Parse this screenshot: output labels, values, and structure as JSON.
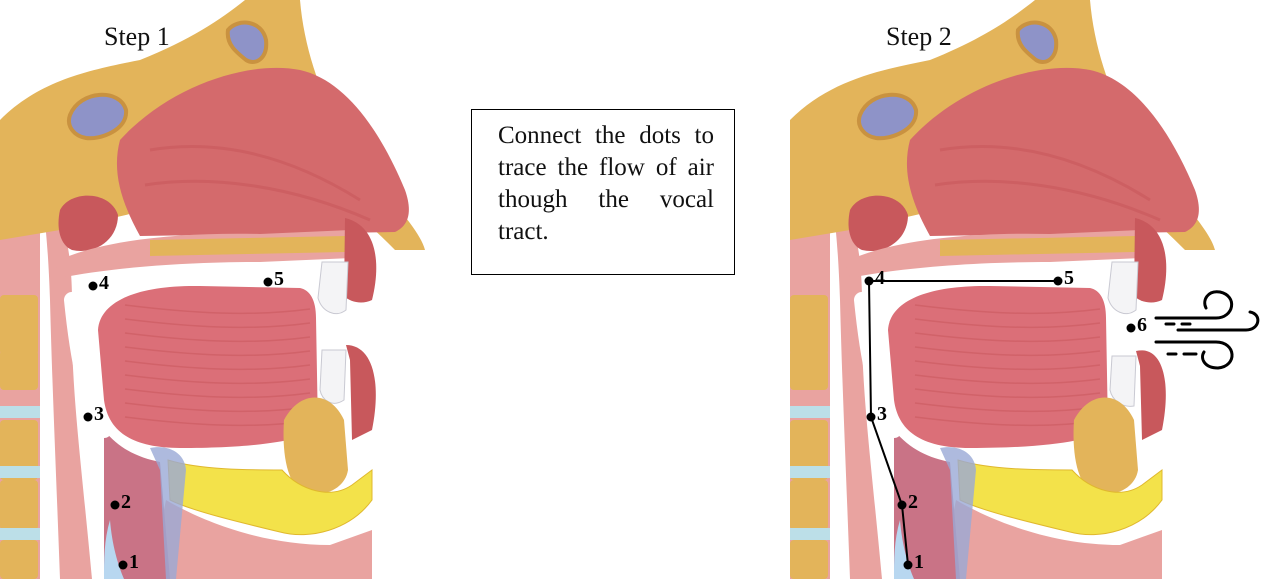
{
  "instruction_text": "Connect the dots to trace the flow of air though the vocal tract.",
  "panels": [
    {
      "title": "Step 1",
      "points": [
        {
          "label": "1"
        },
        {
          "label": "2"
        },
        {
          "label": "3"
        },
        {
          "label": "4"
        },
        {
          "label": "5"
        }
      ],
      "path_drawn": false
    },
    {
      "title": "Step 2",
      "points": [
        {
          "label": "1"
        },
        {
          "label": "2"
        },
        {
          "label": "3"
        },
        {
          "label": "4"
        },
        {
          "label": "5"
        },
        {
          "label": "6"
        }
      ],
      "path_drawn": true,
      "air_out_icon": "wind-icon"
    }
  ],
  "colors": {
    "bone": "#e3b45a",
    "bone_dark": "#c99240",
    "tissue": "#e9a3a0",
    "tissue_dark": "#c8585c",
    "tongue": "#db6f78",
    "nasal_cavity": "#d46a6c",
    "sinus": "#8e93c8",
    "fat": "#f3e24a",
    "vertebra_disc": "#bcdfe8",
    "airway": "#ffffff",
    "line": "#000000"
  }
}
